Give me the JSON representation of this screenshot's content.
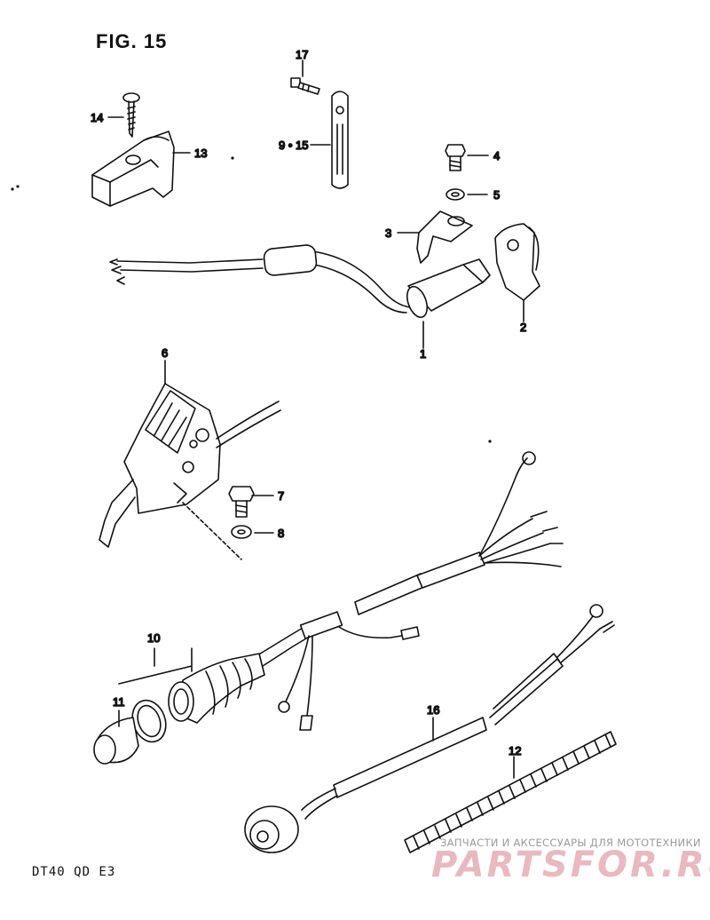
{
  "figure": {
    "title": "FIG. 15",
    "model": "DT40  QD  E3"
  },
  "callouts": {
    "c1": "1",
    "c2": "2",
    "c3": "3",
    "c4": "4",
    "c5": "5",
    "c6": "6",
    "c7": "7",
    "c8": "8",
    "c9_15": "9 • 15",
    "c10": "10",
    "c11": "11",
    "c12": "12",
    "c13": "13",
    "c14": "14",
    "c16": "16",
    "c17": "17"
  },
  "watermark": {
    "tagline": "ЗАПЧАСТИ И АКСЕССУАРЫ ДЛЯ МОТОТЕХНИКИ",
    "logo": "PARTSFOR.RU"
  },
  "colors": {
    "ink": "#111111",
    "watermark_text": "#9a9a9a",
    "watermark_logo": "#e9b9bf"
  }
}
